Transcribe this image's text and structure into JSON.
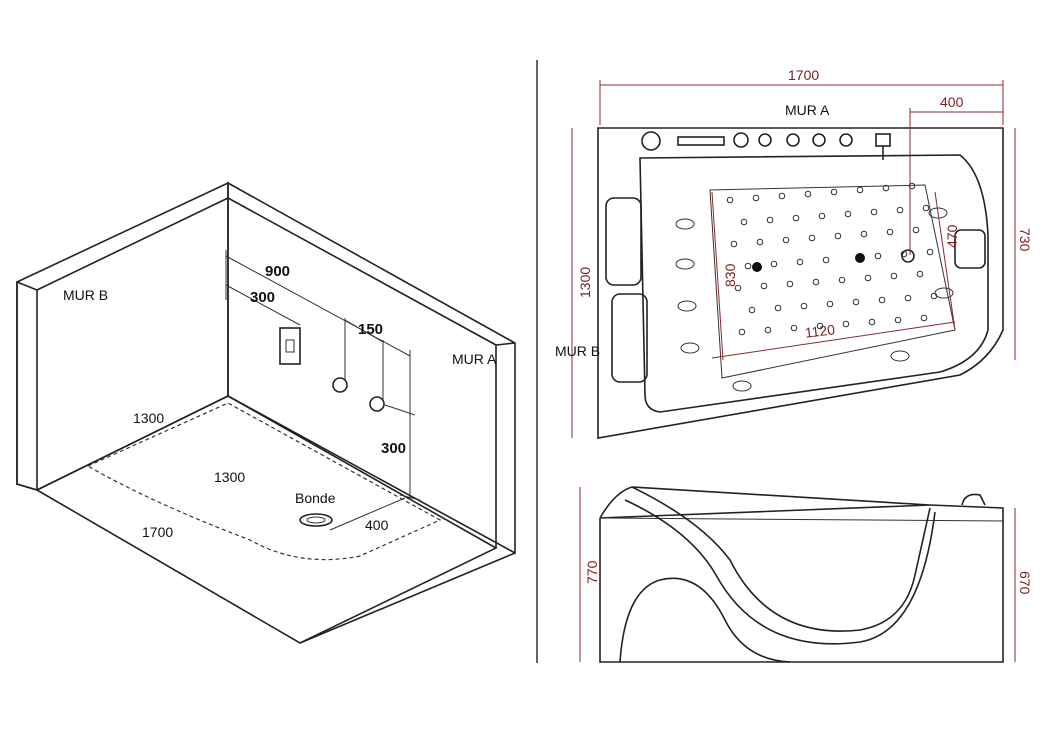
{
  "left_view": {
    "wall_b": "MUR B",
    "wall_a": "MUR A",
    "dim_900": "900",
    "dim_300_top": "300",
    "dim_150": "150",
    "dim_300_vertical": "300",
    "dim_1300_outer": "1300",
    "dim_1300_inner": "1300",
    "dim_1700": "1700",
    "drain_label": "Bonde",
    "dim_400": "400"
  },
  "top_view": {
    "wall_a": "MUR A",
    "wall_b": "MUR B",
    "dim_1700": "1700",
    "dim_400": "400",
    "dim_1300": "1300",
    "dim_730": "730",
    "dim_830": "830",
    "dim_470": "470",
    "dim_1120": "1120"
  },
  "side_view": {
    "dim_770": "770",
    "dim_670": "670"
  },
  "colors": {
    "line": "#222222",
    "dimension": "#8b2a2a",
    "background": "#ffffff"
  }
}
